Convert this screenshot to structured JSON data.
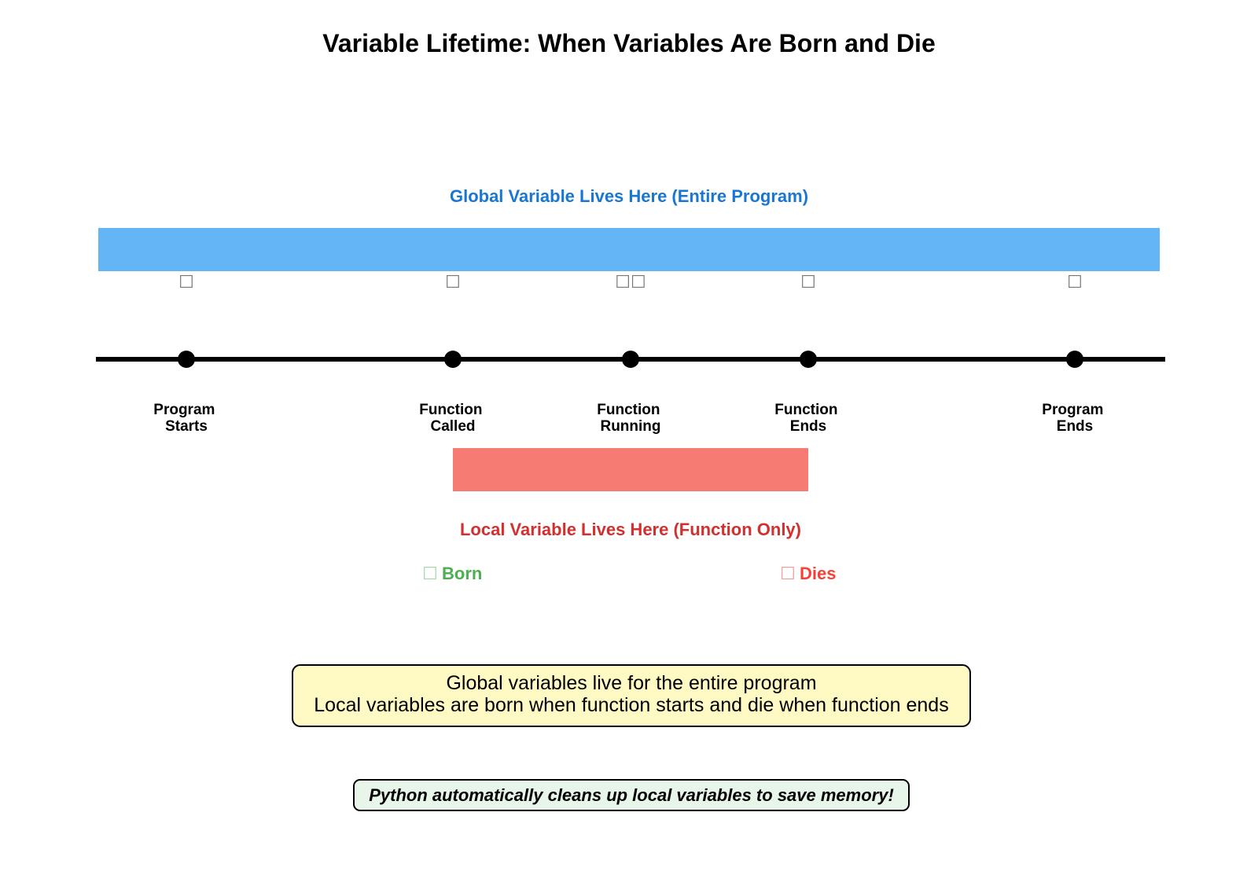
{
  "title": "Variable Lifetime: When Variables Are Born and Die",
  "colors": {
    "global": "#64b5f6",
    "global_text": "#1976d2",
    "local": "#f67b73",
    "local_text": "#d32f2f",
    "born": "#4caf50",
    "dies": "#f44336",
    "timeline": "#000000",
    "summary_bg": "#fff9c4",
    "tip_bg": "#e8f5e9",
    "glyph": "#777777"
  },
  "global_region": {
    "label": "Global Variable Lives Here (Entire Program)"
  },
  "local_region": {
    "label": "Local Variable Lives Here (Function Only)"
  },
  "milestones": [
    {
      "line1": "Program",
      "line2": "Starts",
      "glyph": "☐"
    },
    {
      "line1": "Function",
      "line2": "Called",
      "glyph": "☐"
    },
    {
      "line1": "Function",
      "line2": "Running",
      "glyph": "☐☐"
    },
    {
      "line1": "Function",
      "line2": "Ends",
      "glyph": "☐"
    },
    {
      "line1": "Program",
      "line2": "Ends",
      "glyph": "☐"
    }
  ],
  "born_label": "Born",
  "born_glyph": "☐",
  "dies_label": "Dies",
  "dies_glyph": "☐",
  "summary": {
    "line1": "Global variables live for the entire program",
    "line2": "Local variables are born when function starts and die when function ends"
  },
  "tip": "Python automatically cleans up local variables to save memory!"
}
